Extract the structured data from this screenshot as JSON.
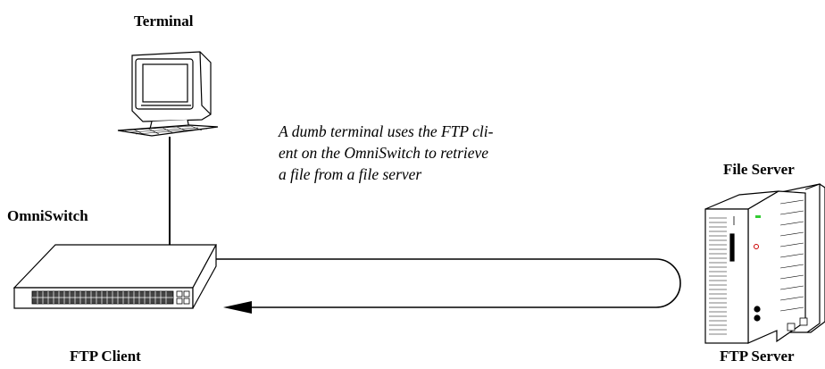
{
  "labels": {
    "terminal": "Terminal",
    "omniswitch": "OmniSwitch",
    "file_server": "File Server",
    "ftp_client": "FTP Client",
    "ftp_server": "FTP Server"
  },
  "note_lines": [
    "A dumb terminal uses the FTP cli-",
    "ent on the OmniSwitch to retrieve",
    "a file from a file server"
  ],
  "colors": {
    "line": "#000000",
    "led_green": "#33cc33",
    "logo_red": "#cc0000"
  },
  "icons": [
    "terminal-computer-icon",
    "switch-icon",
    "file-server-icon",
    "arrowhead-icon"
  ]
}
